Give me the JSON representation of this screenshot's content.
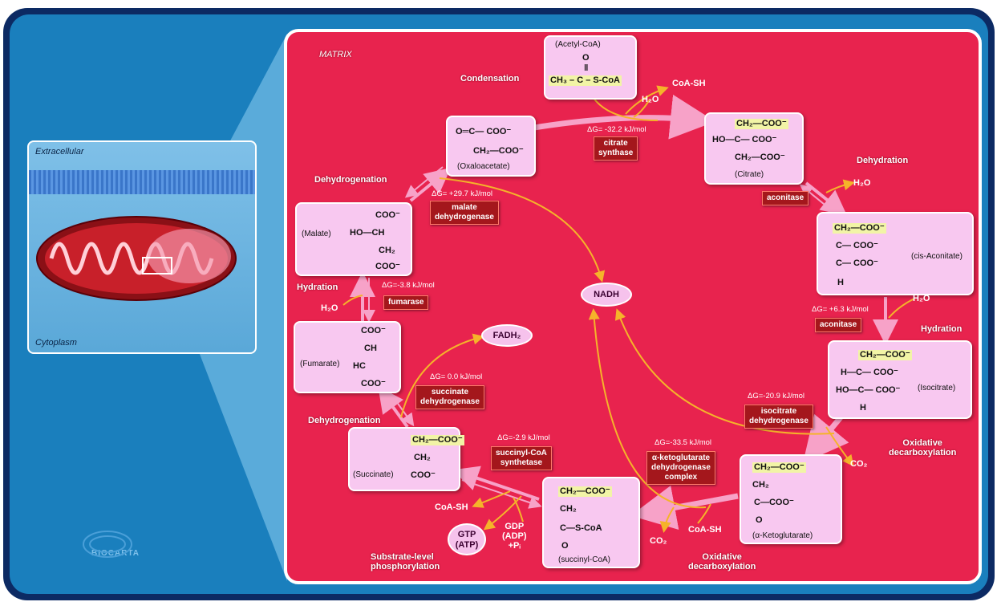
{
  "inset": {
    "extracellular": "Extracellular",
    "cytoplasm": "Cytoplasm"
  },
  "matrix_label": "MATRIX",
  "logo": "BIOCARTA",
  "molecules": {
    "acetyl_coa": {
      "name": "(Acetyl-CoA)",
      "o": "O",
      "dbl": "‖",
      "formula": "CH₃ – C – S-CoA"
    },
    "citrate": {
      "name": "(Citrate)",
      "l1": "CH₂—COO⁻",
      "l2": "HO—C— COO⁻",
      "l3": "CH₂—COO⁻"
    },
    "oxaloacetate": {
      "name": "(Oxaloacetate)",
      "l1": "O═C— COO⁻",
      "l2": "CH₂—COO⁻"
    },
    "cis_aconitate": {
      "name": "(cis-Aconitate)",
      "l1": "CH₂—COO⁻",
      "l2": "C— COO⁻",
      "l3": "C— COO⁻",
      "l4": "H"
    },
    "isocitrate": {
      "name": "(Isocitrate)",
      "l1": "CH₂—COO⁻",
      "l2": "H—C— COO⁻",
      "l3": "HO—C— COO⁻",
      "l4": "H"
    },
    "malate": {
      "name": "(Malate)",
      "l1": "COO⁻",
      "l2": "HO—CH",
      "l3": "CH₂",
      "l4": "COO⁻"
    },
    "fumarate": {
      "name": "(Fumarate)",
      "l1": "COO⁻",
      "l2": "CH",
      "l3": "HC",
      "l4": "COO⁻"
    },
    "succinate": {
      "name": "(Succinate)",
      "l1": "CH₂—COO⁻",
      "l2": "CH₂",
      "l3": "COO⁻"
    },
    "succinyl_coa": {
      "name": "(succinyl-CoA)",
      "l1": "CH₂—COO⁻",
      "l2": "CH₂",
      "l3": "C—S-CoA",
      "l4": "O"
    },
    "ketoglutarate": {
      "name": "(α-Ketoglutarate)",
      "l1": "CH₂—COO⁻",
      "l2": "CH₂",
      "l3": "C—COO⁻",
      "l4": "O"
    }
  },
  "steps": {
    "condensation": "Condensation",
    "dehydration": "Dehydration",
    "hydration_right": "Hydration",
    "oxidative_decarb_right": "Oxidative\ndecarboxylation",
    "oxidative_decarb_bottom": "Oxidative\ndecarboxylation",
    "substrate_level": "Substrate-level\nphosphorylation",
    "dehydrogenation_left": "Dehydrogenation",
    "hydration_left": "Hydration",
    "dehydrogenation_top": "Dehydrogenation"
  },
  "enzymes": {
    "citrate_synthase": {
      "dg": "ΔG= -32.2 kJ/mol",
      "name": "citrate\nsynthase"
    },
    "aconitase_1": {
      "name": "aconitase"
    },
    "aconitase_2": {
      "dg": "ΔG= +6.3 kJ/mol",
      "name": "aconitase"
    },
    "isocitrate_dh": {
      "dg": "ΔG=-20.9 kJ/mol",
      "name": "isocitrate\ndehydrogenase"
    },
    "akg_dh": {
      "dg": "ΔG=-33.5 kJ/mol",
      "name": "α-ketoglutarate\ndehydrogenase\ncomplex"
    },
    "succinyl_coa_synthetase": {
      "dg": "ΔG=-2.9 kJ/mol",
      "name": "succinyl-CoA\nsynthetase"
    },
    "succinate_dh": {
      "dg": "ΔG= 0.0 kJ/mol",
      "name": "succinate\ndehydrogenase"
    },
    "fumarase": {
      "dg": "ΔG=-3.8 kJ/mol",
      "name": "fumarase"
    },
    "malate_dh": {
      "dg": "ΔG= +29.7 kJ/mol",
      "name": "malate\ndehydrogenase"
    }
  },
  "small_molecules": {
    "coash_top": "CoA-SH",
    "h2o_top": "H₂O",
    "h2o_right1": "H₂O",
    "h2o_right2": "H₂O",
    "co2_right": "CO₂",
    "coash_bottom": "CoA-SH",
    "co2_bottom": "CO₂",
    "coash_left": "CoA-SH",
    "gdp": "GDP\n(ADP)\n+Pᵢ",
    "h2o_left": "H₂O"
  },
  "ovals": {
    "nadh": "NADH",
    "fadh2": "FADH₂",
    "gtp": "GTP\n(ATP)"
  },
  "colors": {
    "matrix": "#e8234e",
    "box": "#f8c8f0",
    "enzyme": "#a4171c",
    "arrow": "#f7a2c8",
    "cofactor_arrow": "#f5b32a",
    "background": "#1a7fbd"
  }
}
